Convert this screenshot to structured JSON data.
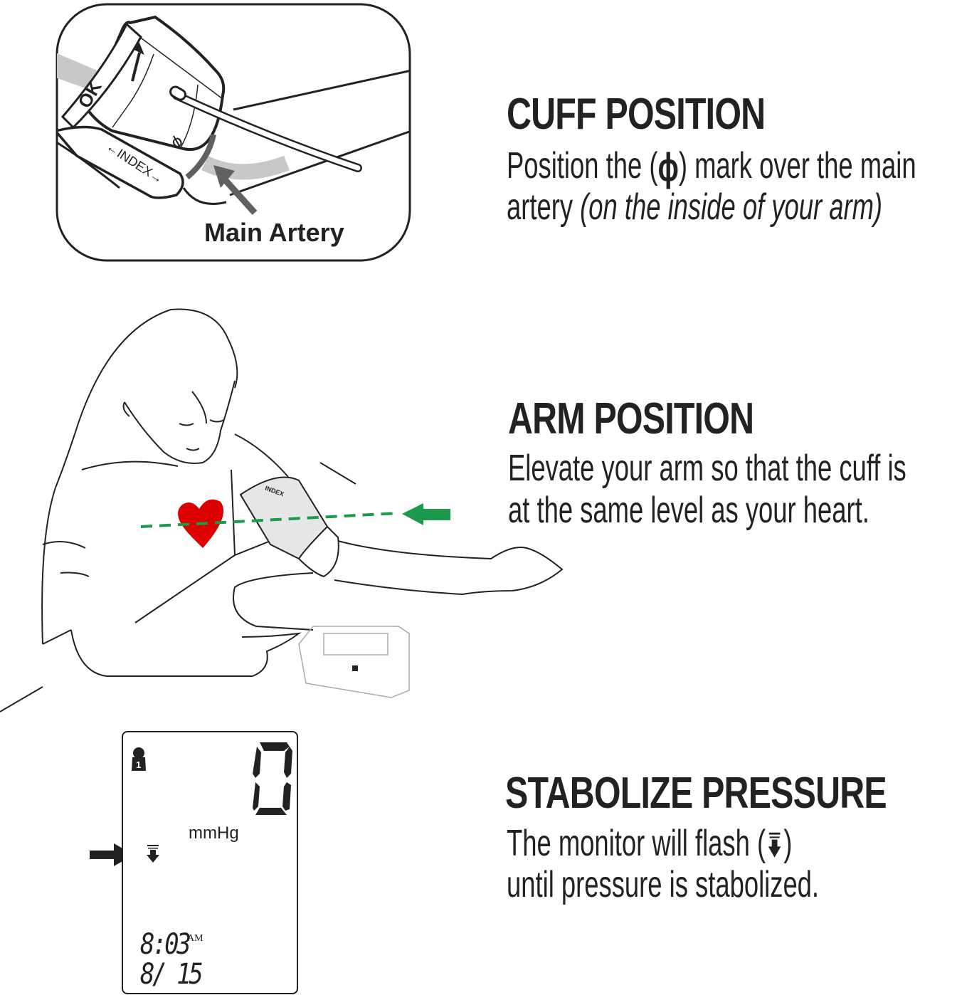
{
  "sections": [
    {
      "id": "cuff-position",
      "heading": "CUFF POSITION",
      "body_line1_pre": "Position the (",
      "body_symbol": "ϕ",
      "body_line1_post": ") mark over the main",
      "body_line2_normal": "artery ",
      "body_line2_italic": "(on the inside of your arm)",
      "illustration": {
        "label": "Main Artery",
        "cuff_text_ok": "OK",
        "cuff_text_index": "←INDEX→",
        "cuff_symbol": "ϕ"
      }
    },
    {
      "id": "arm-position",
      "heading": "ARM POSITION",
      "body_line1": "Elevate your arm so that the cuff is",
      "body_line2": "at the same level as your heart.",
      "illustration": {
        "cuff_text": "INDEX",
        "heart_color": "#dd0000",
        "guide_line_color": "#1a9a4a"
      }
    },
    {
      "id": "stabolize-pressure",
      "heading": "STABOLIZE PRESSURE",
      "body_line1_pre": "The monitor will flash (",
      "body_line1_post": ")",
      "body_line2": "until pressure is stabolized.",
      "lcd": {
        "user_number": "1",
        "reading": "0",
        "unit": "mmHg",
        "time": "8:03",
        "ampm": "AM",
        "date": "8/ 15"
      }
    }
  ],
  "colors": {
    "text": "#222222",
    "heart": "#dd0000",
    "green": "#1a9a4a",
    "artery_gray": "#c8c8c6",
    "marker_gray": "#606060"
  }
}
